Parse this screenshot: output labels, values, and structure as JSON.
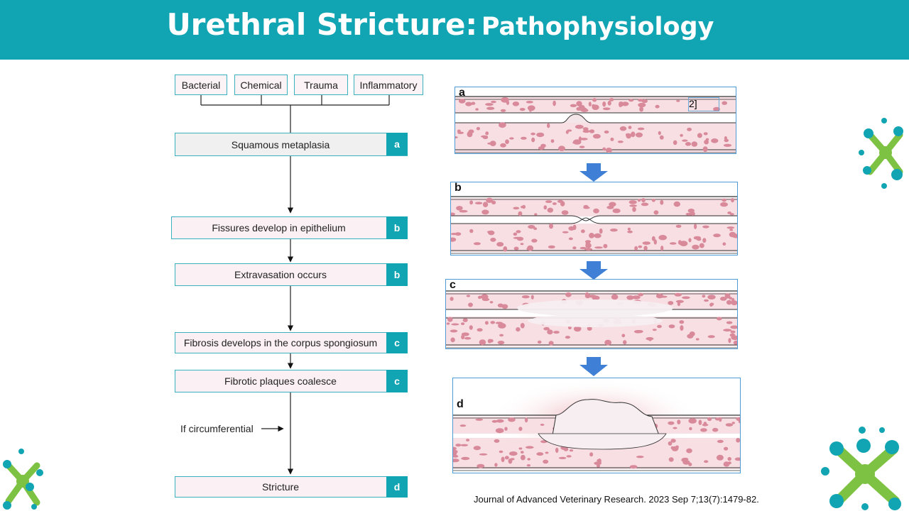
{
  "title": {
    "part1": "Urethral Stricture:",
    "part2": "Pathophysiology"
  },
  "causes": [
    "Bacterial",
    "Chemical",
    "Trauma",
    "Inflammatory"
  ],
  "steps": [
    {
      "label": "Squamous metaplasia",
      "tag": "a"
    },
    {
      "label": "Fissures develop in epithelium",
      "tag": "b"
    },
    {
      "label": "Extravasation occurs",
      "tag": "b"
    },
    {
      "label": "Fibrosis develops in the corpus spongiosum",
      "tag": "c"
    },
    {
      "label": "Fibrotic plaques coalesce",
      "tag": "c"
    },
    {
      "label": "Stricture",
      "tag": "d"
    }
  ],
  "side_note": "If circumferential",
  "panels": [
    "a",
    "b",
    "c",
    "d"
  ],
  "ref_marker": "2]",
  "citation": "Journal of Advanced Veterinary Research. 2023 Sep 7;13(7):1479-82.",
  "colors": {
    "header": "#11a4b3",
    "tissue": "#d98a9a",
    "tissue_bg": "#f7dfe3",
    "arrow": "#3f7fd6",
    "logo_teal": "#11a4b3",
    "logo_green": "#7dc242"
  }
}
